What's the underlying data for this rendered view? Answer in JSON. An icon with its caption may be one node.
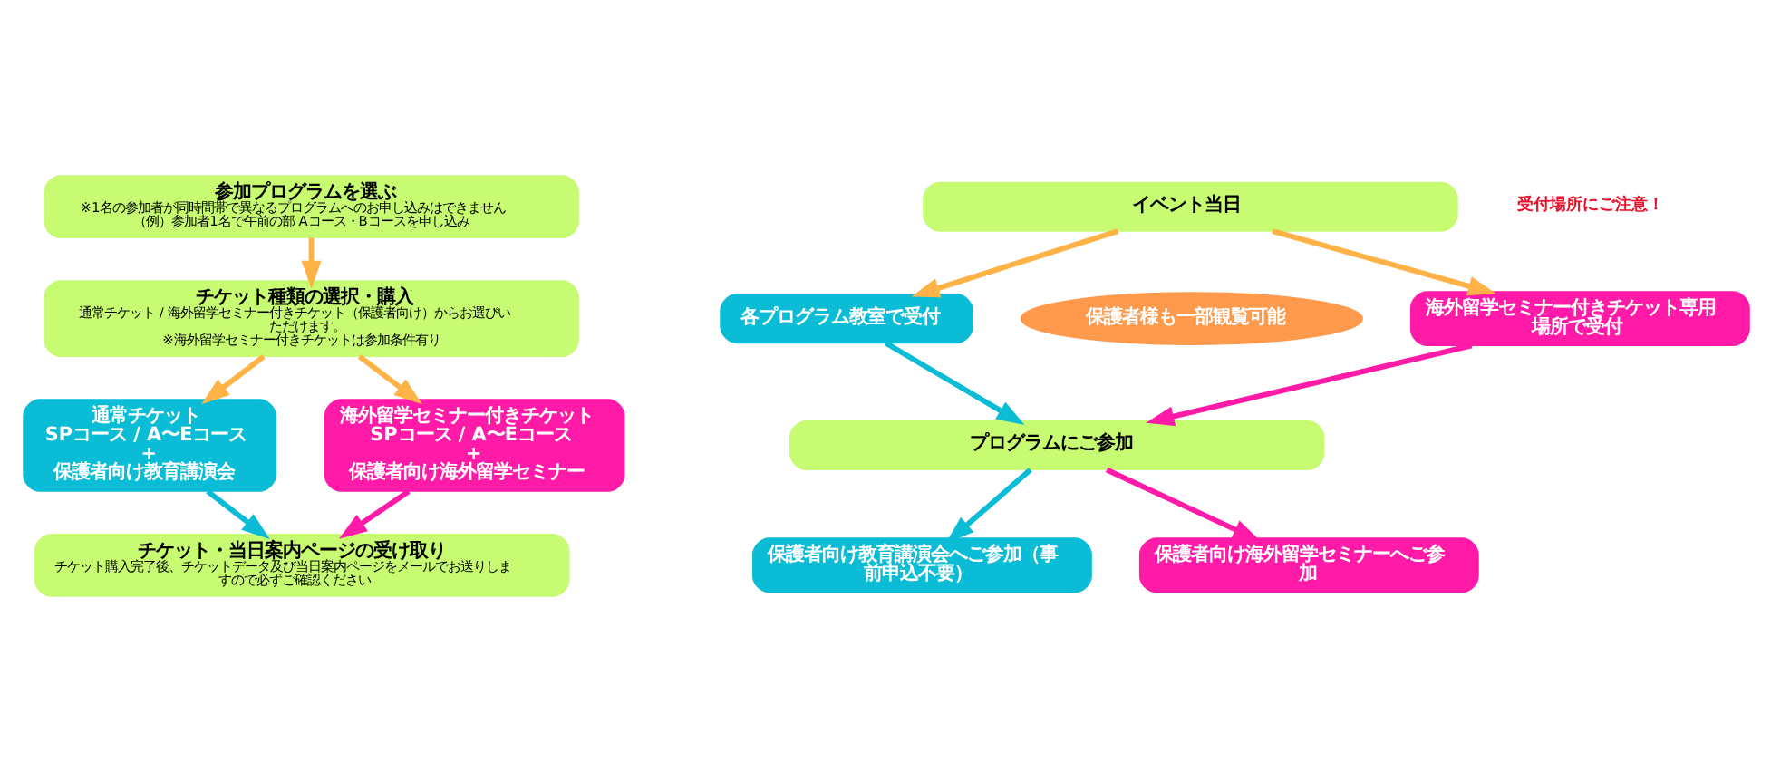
{
  "diagram": {
    "nodes": [
      {
        "text": [
          "参加プログラムを選ぶ",
          "※1名の参加者が同時間帯で異なるプログラムへのお申し込みはできません",
          "（例）参加者1名で午前の部 Aコース・Bコースを申し込み"
        ]
      },
      {
        "text": [
          "チケット種類の選択・購入",
          "通常チケット / 海外留学セミナー付きチケット（保護者向け）からお選びいただけます。",
          "※海外留学セミナー付きチケットは参加条件有り"
        ]
      },
      {
        "text": [
          "通常チケット",
          "SPコース / A〜Eコース",
          "+",
          "保護者向け教育講演会"
        ]
      },
      {
        "text": [
          "海外留学セミナー付きチケット",
          "SPコース / A〜Eコース",
          "+",
          "保護者向け海外留学セミナー"
        ]
      },
      {
        "text": [
          "チケット・当日案内ページの受け取り",
          "チケット購入完了後、チケットデータ及び当日案内ページをメールでお送りしますので必ずご確認ください"
        ]
      },
      {
        "text": [
          "イベント当日"
        ]
      },
      {
        "text": [
          "各プログラム教室で受付"
        ]
      },
      {
        "text": [
          "海外留学セミナー付きチケット専用場所で受付"
        ]
      },
      {
        "text": [
          "保護者様も一部観覧可能"
        ]
      },
      {
        "text": [
          "プログラムにご参加"
        ]
      },
      {
        "text": [
          "保護者向け教育講演会へご参加（事前申込不要）"
        ]
      },
      {
        "text": [
          "保護者向け海外留学セミナーへご参加"
        ]
      }
    ],
    "edges": [
      {
        "from": 0,
        "to": 1,
        "arrow": "to"
      },
      {
        "from": 1,
        "to": 2,
        "arrow": "to"
      },
      {
        "from": 1,
        "to": 3,
        "arrow": "to"
      },
      {
        "from": 2,
        "to": 4,
        "arrow": "to",
        "color": "#0bbcd6"
      },
      {
        "from": 3,
        "to": 4,
        "arrow": "to",
        "color": "#ff1aa8"
      },
      {
        "from": 5,
        "to": 6,
        "arrow": "to"
      },
      {
        "from": 5,
        "to": 7,
        "arrow": "to"
      },
      {
        "from": 6,
        "to": 9,
        "arrow": "to",
        "color": "#0bbcd6"
      },
      {
        "from": 7,
        "to": 9,
        "arrow": "to",
        "color": "#ff1aa8"
      },
      {
        "from": 9,
        "to": 10,
        "arrow": "to",
        "color": "#0bbcd6"
      },
      {
        "from": 9,
        "to": 11,
        "arrow": "to",
        "color": "#ff1aa8"
      }
    ],
    "labels": [
      "受付場所にご注意！"
    ]
  }
}
